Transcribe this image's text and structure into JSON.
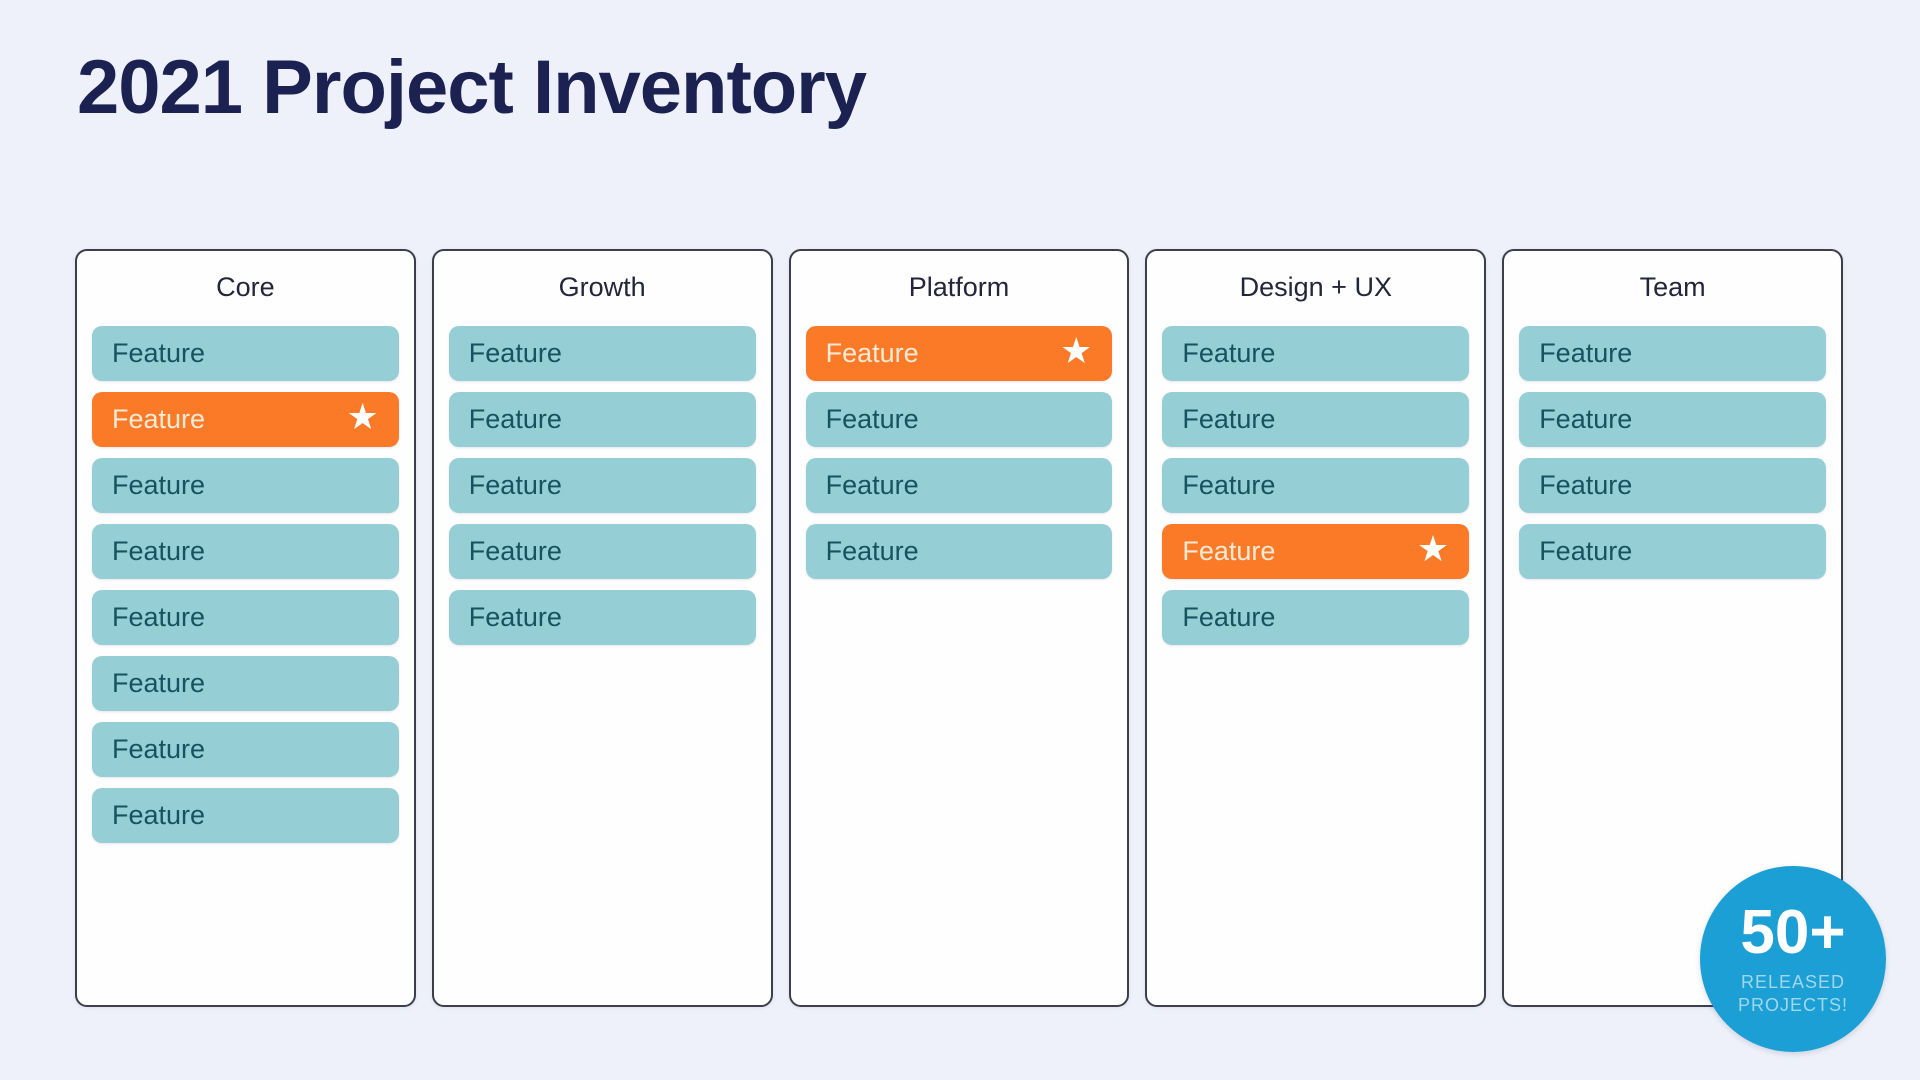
{
  "header": {
    "title": "2021 Project Inventory"
  },
  "board": {
    "columns": [
      {
        "title": "Core",
        "items": [
          {
            "label": "Feature",
            "highlighted": false,
            "starred": false
          },
          {
            "label": "Feature",
            "highlighted": true,
            "starred": true
          },
          {
            "label": "Feature",
            "highlighted": false,
            "starred": false
          },
          {
            "label": "Feature",
            "highlighted": false,
            "starred": false
          },
          {
            "label": "Feature",
            "highlighted": false,
            "starred": false
          },
          {
            "label": "Feature",
            "highlighted": false,
            "starred": false
          },
          {
            "label": "Feature",
            "highlighted": false,
            "starred": false
          },
          {
            "label": "Feature",
            "highlighted": false,
            "starred": false
          }
        ]
      },
      {
        "title": "Growth",
        "items": [
          {
            "label": "Feature",
            "highlighted": false,
            "starred": false
          },
          {
            "label": "Feature",
            "highlighted": false,
            "starred": false
          },
          {
            "label": "Feature",
            "highlighted": false,
            "starred": false
          },
          {
            "label": "Feature",
            "highlighted": false,
            "starred": false
          },
          {
            "label": "Feature",
            "highlighted": false,
            "starred": false
          }
        ]
      },
      {
        "title": "Platform",
        "items": [
          {
            "label": "Feature",
            "highlighted": true,
            "starred": true
          },
          {
            "label": "Feature",
            "highlighted": false,
            "starred": false
          },
          {
            "label": "Feature",
            "highlighted": false,
            "starred": false
          },
          {
            "label": "Feature",
            "highlighted": false,
            "starred": false
          }
        ]
      },
      {
        "title": "Design + UX",
        "items": [
          {
            "label": "Feature",
            "highlighted": false,
            "starred": false
          },
          {
            "label": "Feature",
            "highlighted": false,
            "starred": false
          },
          {
            "label": "Feature",
            "highlighted": false,
            "starred": false
          },
          {
            "label": "Feature",
            "highlighted": true,
            "starred": true
          },
          {
            "label": "Feature",
            "highlighted": false,
            "starred": false
          }
        ]
      },
      {
        "title": "Team",
        "items": [
          {
            "label": "Feature",
            "highlighted": false,
            "starred": false
          },
          {
            "label": "Feature",
            "highlighted": false,
            "starred": false
          },
          {
            "label": "Feature",
            "highlighted": false,
            "starred": false
          },
          {
            "label": "Feature",
            "highlighted": false,
            "starred": false
          }
        ]
      }
    ]
  },
  "badge": {
    "number": "50+",
    "caption_line1": "RELEASED",
    "caption_line2": "PROJECTS!"
  },
  "icons": {
    "star": "★"
  },
  "colors": {
    "background": "#eef1f9",
    "title_navy": "#1b2150",
    "card_border": "#3c3e4c",
    "pill_teal": "#96ced6",
    "pill_teal_text": "#17535f",
    "pill_orange": "#fa7a28",
    "pill_orange_text": "#f8ead6",
    "badge_blue": "#1c9fd4",
    "badge_caption": "#a0d7ee"
  }
}
